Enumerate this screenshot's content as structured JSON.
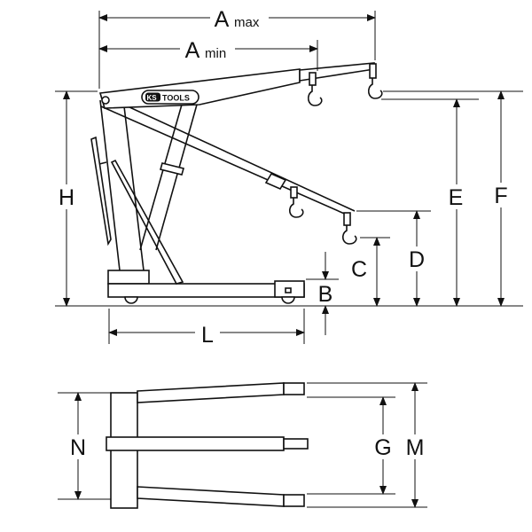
{
  "diagram": {
    "title": "KS Tools workshop crane dimensions",
    "brand_logo": "KS TOOLS",
    "side_view_labels": {
      "a_max": {
        "letter": "A",
        "sub": "max"
      },
      "a_min": {
        "letter": "A",
        "sub": "min"
      },
      "h": "H",
      "e": "E",
      "f": "F",
      "c": "C",
      "d": "D",
      "b": "B",
      "l": "L"
    },
    "top_view_labels": {
      "n": "N",
      "g": "G",
      "m": "M"
    },
    "colors": {
      "line": "#111111",
      "background": "#ffffff"
    }
  }
}
